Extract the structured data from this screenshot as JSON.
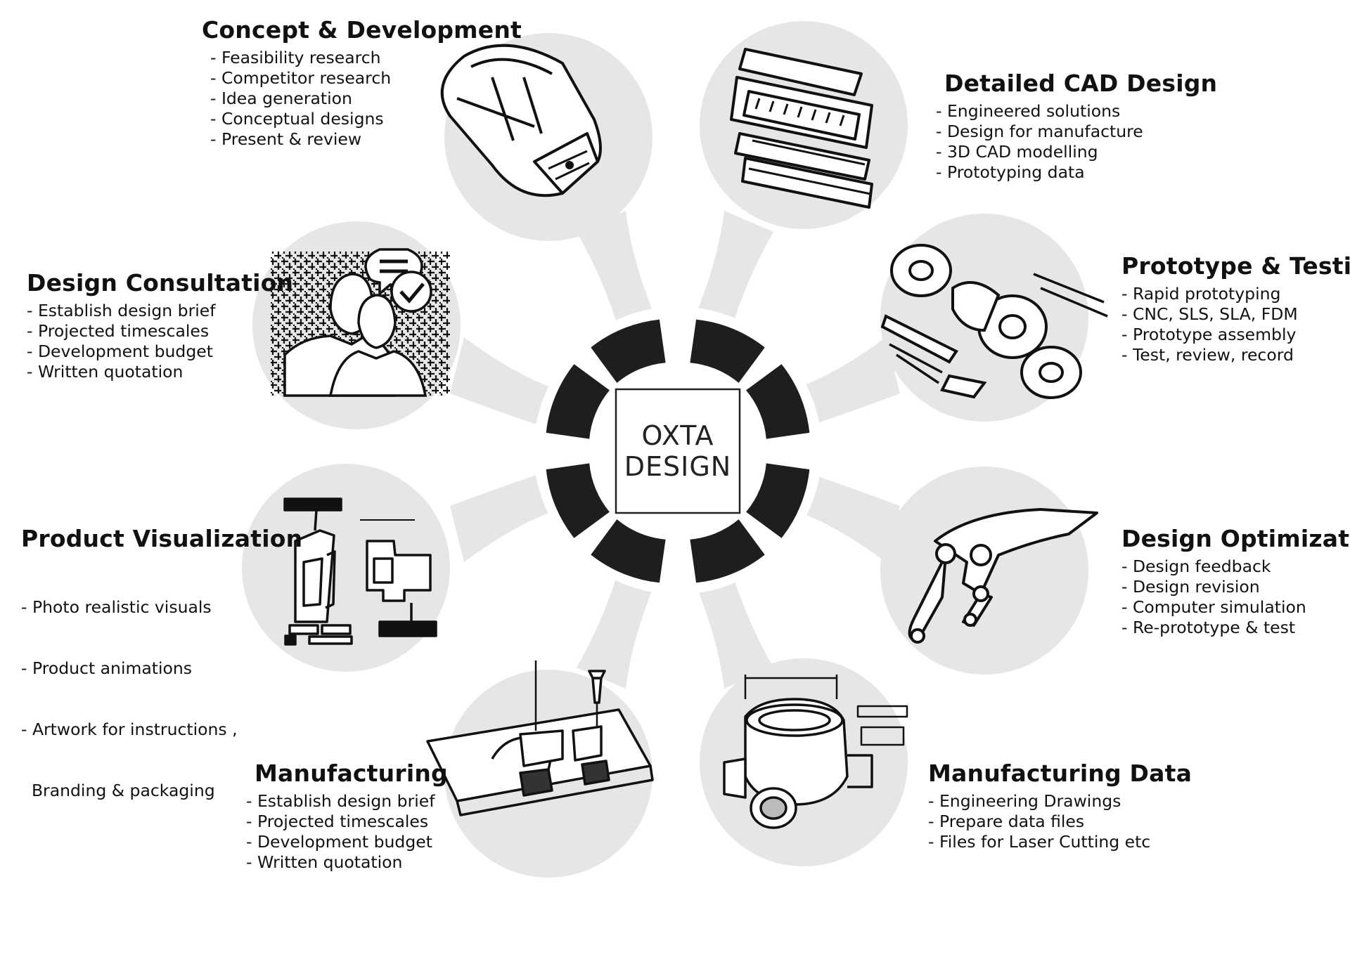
{
  "center": {
    "line1": "OXTA",
    "line2": "DESIGN"
  },
  "colors": {
    "circle_fill": "#e6e6e6",
    "ring_dark": "#1e1e1e",
    "ink": "#111111",
    "box_stroke": "#222222"
  },
  "stages": [
    {
      "id": "concept-development",
      "title": "Concept & Development",
      "icon": "headlamp-illustration",
      "items": [
        "- Feasibility research",
        "- Competitor research",
        "- Idea generation",
        "- Conceptual designs",
        "- Present & review"
      ]
    },
    {
      "id": "detailed-cad-design",
      "title": "Detailed CAD Design",
      "icon": "exploded-keyboard-illustration",
      "items": [
        "- Engineered solutions",
        "- Design for manufacture",
        "- 3D CAD modelling",
        "- Prototyping data"
      ]
    },
    {
      "id": "prototype-testing",
      "title": "Prototype & Testing",
      "icon": "flange-assembly-illustration",
      "items": [
        "- Rapid prototyping",
        "- CNC, SLS, SLA, FDM",
        "- Prototype assembly",
        "- Test, review, record"
      ]
    },
    {
      "id": "design-optimization",
      "title": "Design Optimization",
      "icon": "linkage-arm-illustration",
      "items": [
        "- Design feedback",
        "- Design revision",
        "- Computer simulation",
        "- Re-prototype & test"
      ]
    },
    {
      "id": "manufacturing-data",
      "title": "Manufacturing Data",
      "icon": "engineering-drawing-illustration",
      "items": [
        "- Engineering Drawings",
        "- Prepare data files",
        "- Files for Laser Cutting etc"
      ]
    },
    {
      "id": "manufacturing",
      "title": "Manufacturing",
      "icon": "cnc-machining-illustration",
      "items": [
        "- Establish design brief",
        "- Projected timescales",
        "- Development budget",
        "- Written quotation"
      ]
    },
    {
      "id": "product-visualization",
      "title": "Product Visualization",
      "icon": "packaging-dieline-illustration",
      "items": [
        "- Photo realistic visuals",
        "- Product animations",
        "- Artwork for instructions ,",
        "  Branding & packaging"
      ]
    },
    {
      "id": "design-consultation",
      "title": "Design Consultation",
      "icon": "consultation-people-illustration",
      "items": [
        "- Establish design brief",
        "- Projected timescales",
        "- Development budget",
        "- Written quotation"
      ]
    }
  ]
}
